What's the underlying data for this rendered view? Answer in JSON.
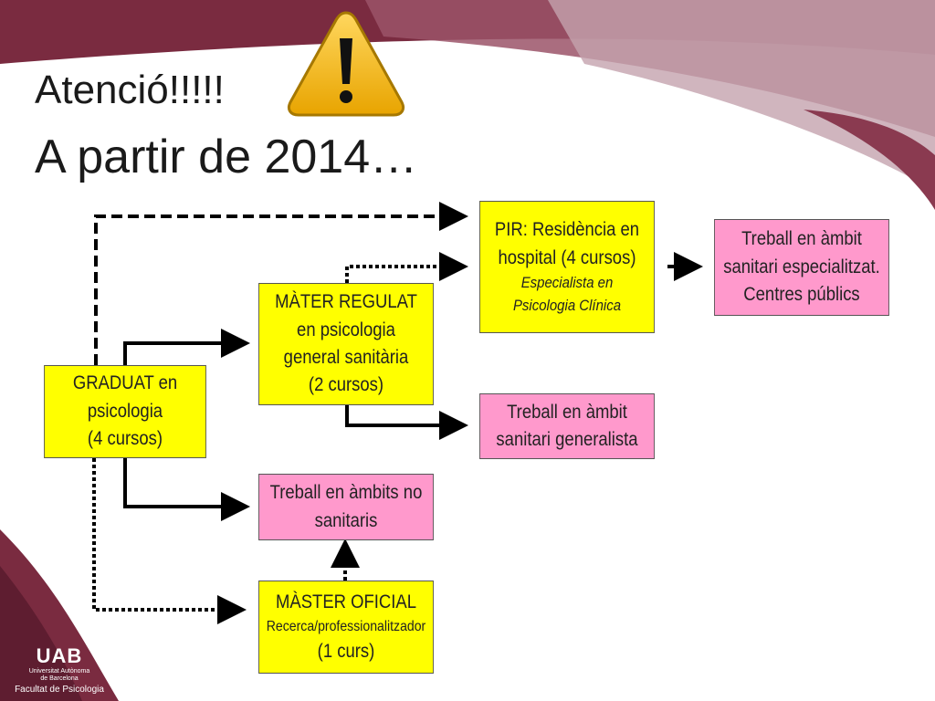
{
  "title": {
    "line1": "Atenció!!!!!",
    "line2": "A partir de 2014…"
  },
  "icons": {
    "warning": "warning-icon"
  },
  "colors": {
    "yellow": "#ffff00",
    "pink": "#ff99cc",
    "banner": "#7a2b40"
  },
  "boxes": {
    "graduat": {
      "l1": "GRADUAT en",
      "l2": "psicologia",
      "l3": "(4 cursos)"
    },
    "mater": {
      "l1": "MÀTER REGULAT",
      "l2": "en psicologia",
      "l3": "general sanitària",
      "l4": "(2 cursos)"
    },
    "pir": {
      "l1": "PIR: Residència en",
      "l2": "hospital (4 cursos)",
      "l3": "Especialista en",
      "l4": "Psicologia Clínica"
    },
    "especialitzat": {
      "l1": "Treball en àmbit",
      "l2": "sanitari especialitzat.",
      "l3": "Centres públics"
    },
    "generalista": {
      "l1": "Treball en àmbit",
      "l2": "sanitari generalista"
    },
    "no_sanitaris": {
      "l1": "Treball en àmbits no",
      "l2": "sanitaris"
    },
    "master_oficial": {
      "l1": "MÀSTER OFICIAL",
      "l2": "Recerca/professionalitzador",
      "l3": "(1 curs)"
    }
  },
  "logo": {
    "mark": "UAB",
    "sub1": "Universitat Autònoma",
    "sub2": "de Barcelona",
    "faculty": "Facultat de Psicologia"
  }
}
